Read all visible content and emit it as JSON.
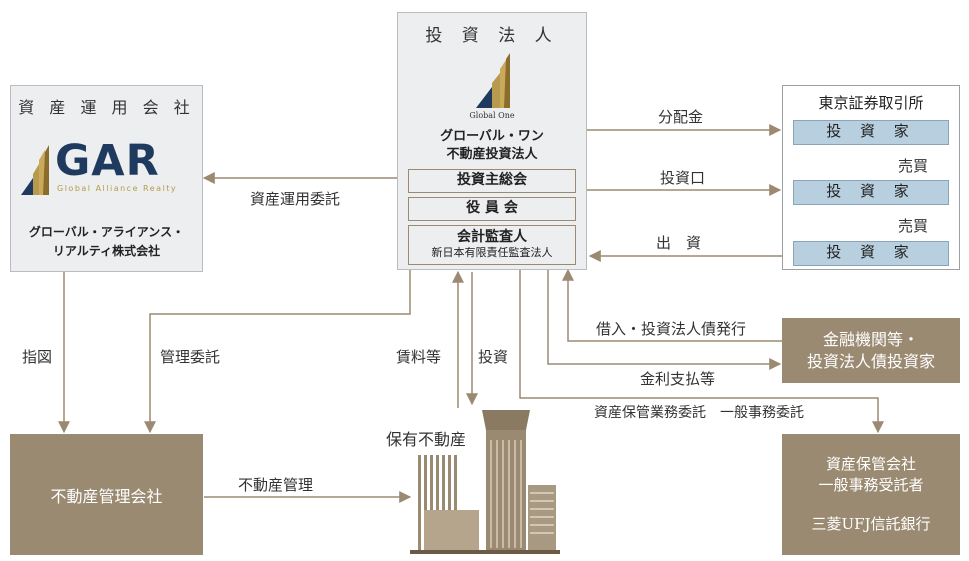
{
  "toushi_houjin": {
    "title": "投 資 法 人",
    "logo_caption": "Global One",
    "name_line1": "グローバル・ワン",
    "name_line2": "不動産投資法人",
    "box_soukai": "投資主総会",
    "box_yakuin": "役 員 会",
    "box_kansa": "会計監査人",
    "box_kansa_sub": "新日本有限責任監査法人"
  },
  "asset_manager": {
    "title": "資 産 運 用 会 社",
    "logo_text": "GAR",
    "logo_sub": "Global Alliance Realty",
    "name_line1": "グローバル・アライアンス・",
    "name_line2": "リアルティ株式会社"
  },
  "tse": {
    "title": "東京証券取引所",
    "investor": "投 資 家",
    "trade1": "売買",
    "trade2": "売買"
  },
  "finance": {
    "line1": "金融機関等・",
    "line2": "投資法人債投資家"
  },
  "custodian": {
    "line1": "資産保管会社",
    "line2": "一般事務受託者",
    "line3": "三菱UFJ信託銀行"
  },
  "pm_company": {
    "label": "不動産管理会社"
  },
  "property": {
    "label": "保有不動産"
  },
  "flows": {
    "distribution": "分配金",
    "units": "投資口",
    "capital": "出　資",
    "entrust": "資産運用委託",
    "borrow": "借入・投資法人債発行",
    "interest": "金利支払等",
    "custody": "資産保管業務委託　一般事務委託",
    "instruction": "指図",
    "mgmt_entrust": "管理委託",
    "rent": "賃料等",
    "invest": "投資",
    "pm": "不動産管理"
  },
  "colors": {
    "brown": "#9b8a72",
    "gray": "#eceeef",
    "blue": "#b8cfe0",
    "arrow": "#9b8a72",
    "dark_arrow": "#1f3a5f",
    "gold": "#b89a4e"
  }
}
